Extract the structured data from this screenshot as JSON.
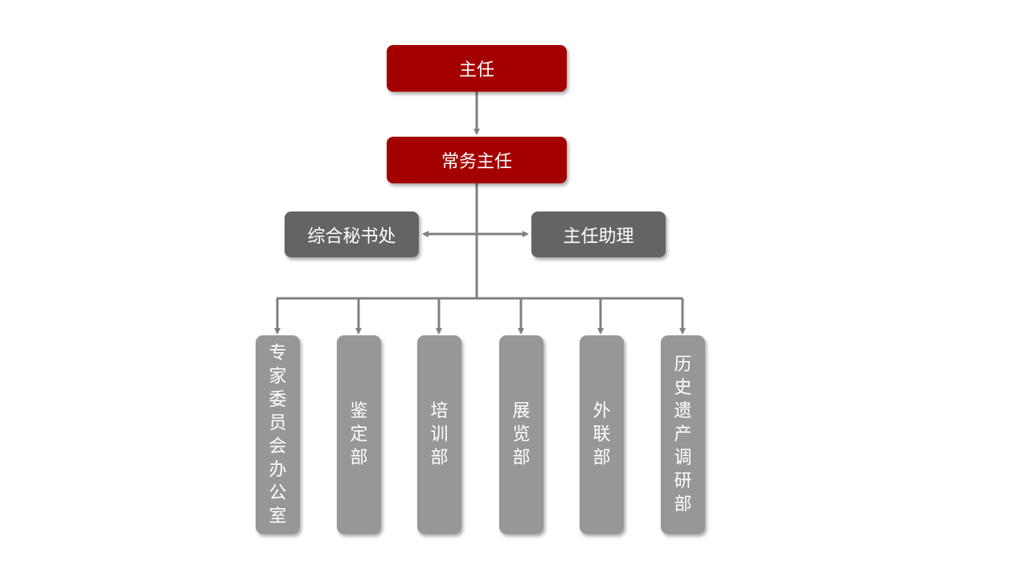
{
  "colors": {
    "leader": "#a50000",
    "staff": "#646464",
    "department": "#979797",
    "connector": "#808080"
  },
  "director": "主任",
  "executive_director": "常务主任",
  "side_units": {
    "left": "综合秘书处",
    "right": "主任助理"
  },
  "departments": [
    "专家委员会办公室",
    "鉴定部",
    "培训部",
    "展览部",
    "外联部",
    "历史遗产调研部"
  ]
}
